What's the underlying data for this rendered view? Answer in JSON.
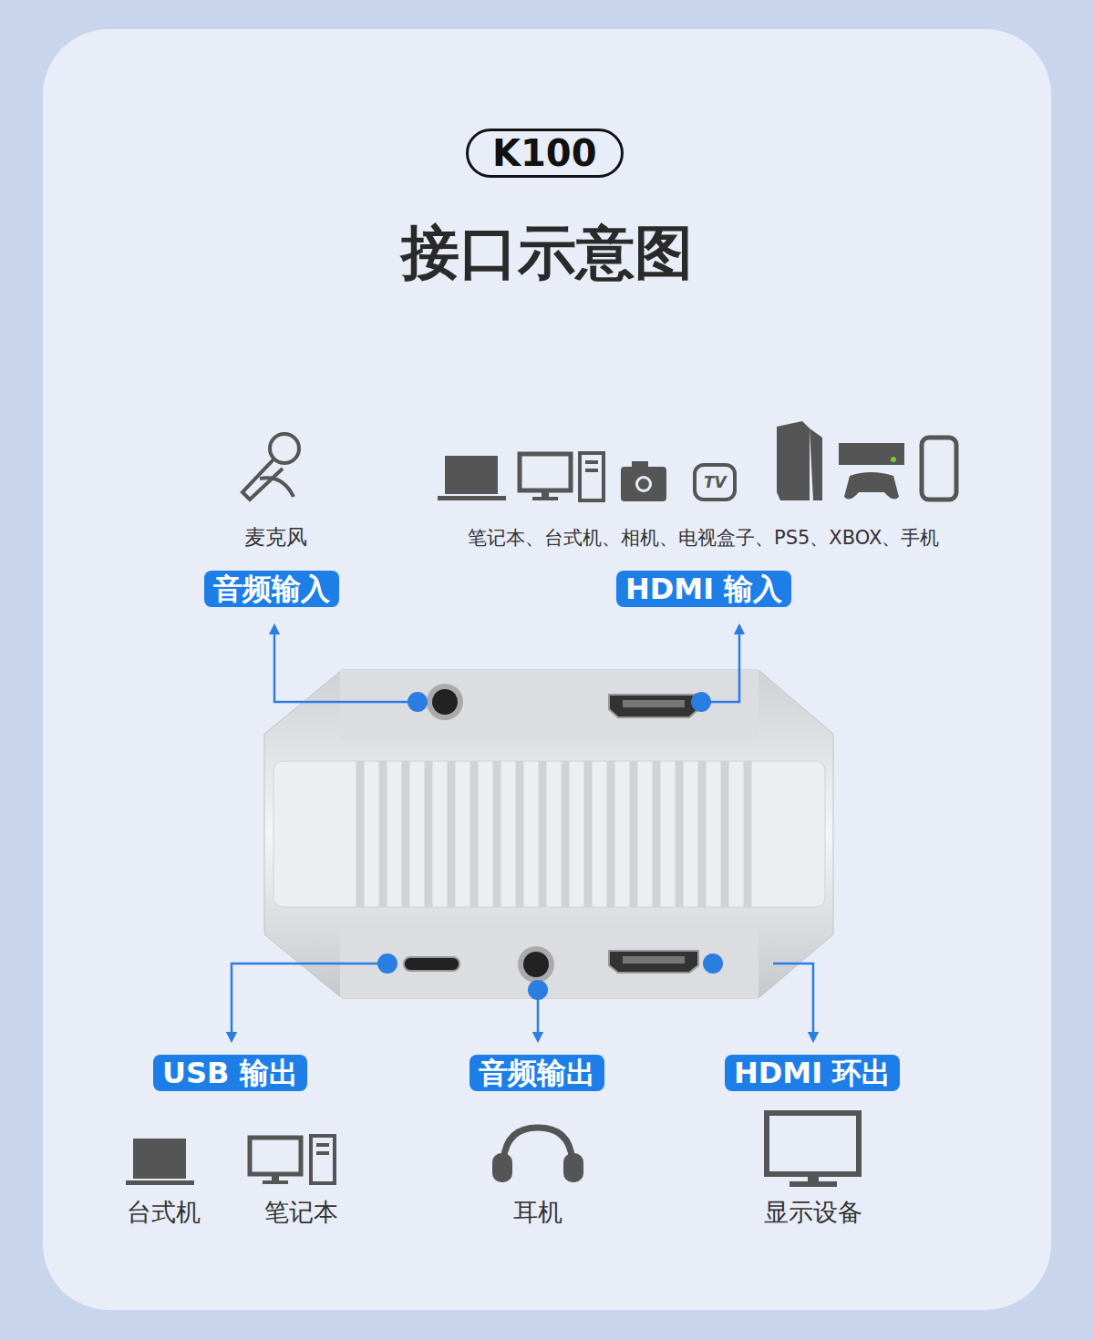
{
  "diagram": {
    "title": "接口示意图",
    "nodes": [
      {
        "text": [
          "K100"
        ]
      },
      {
        "text": [
          "音频输入"
        ]
      },
      {
        "text": [
          "HDMI 输入"
        ]
      },
      {
        "text": [
          "USB 输出"
        ]
      },
      {
        "text": [
          "音频输出"
        ]
      },
      {
        "text": [
          "HDMI 环出"
        ]
      }
    ],
    "labels": [
      "麦克风",
      "TV",
      "笔记本、台式机、相机、电视盒子、PS5、XBOX、手机",
      "台式机",
      "笔记本",
      "耳机",
      "显示设备"
    ]
  }
}
